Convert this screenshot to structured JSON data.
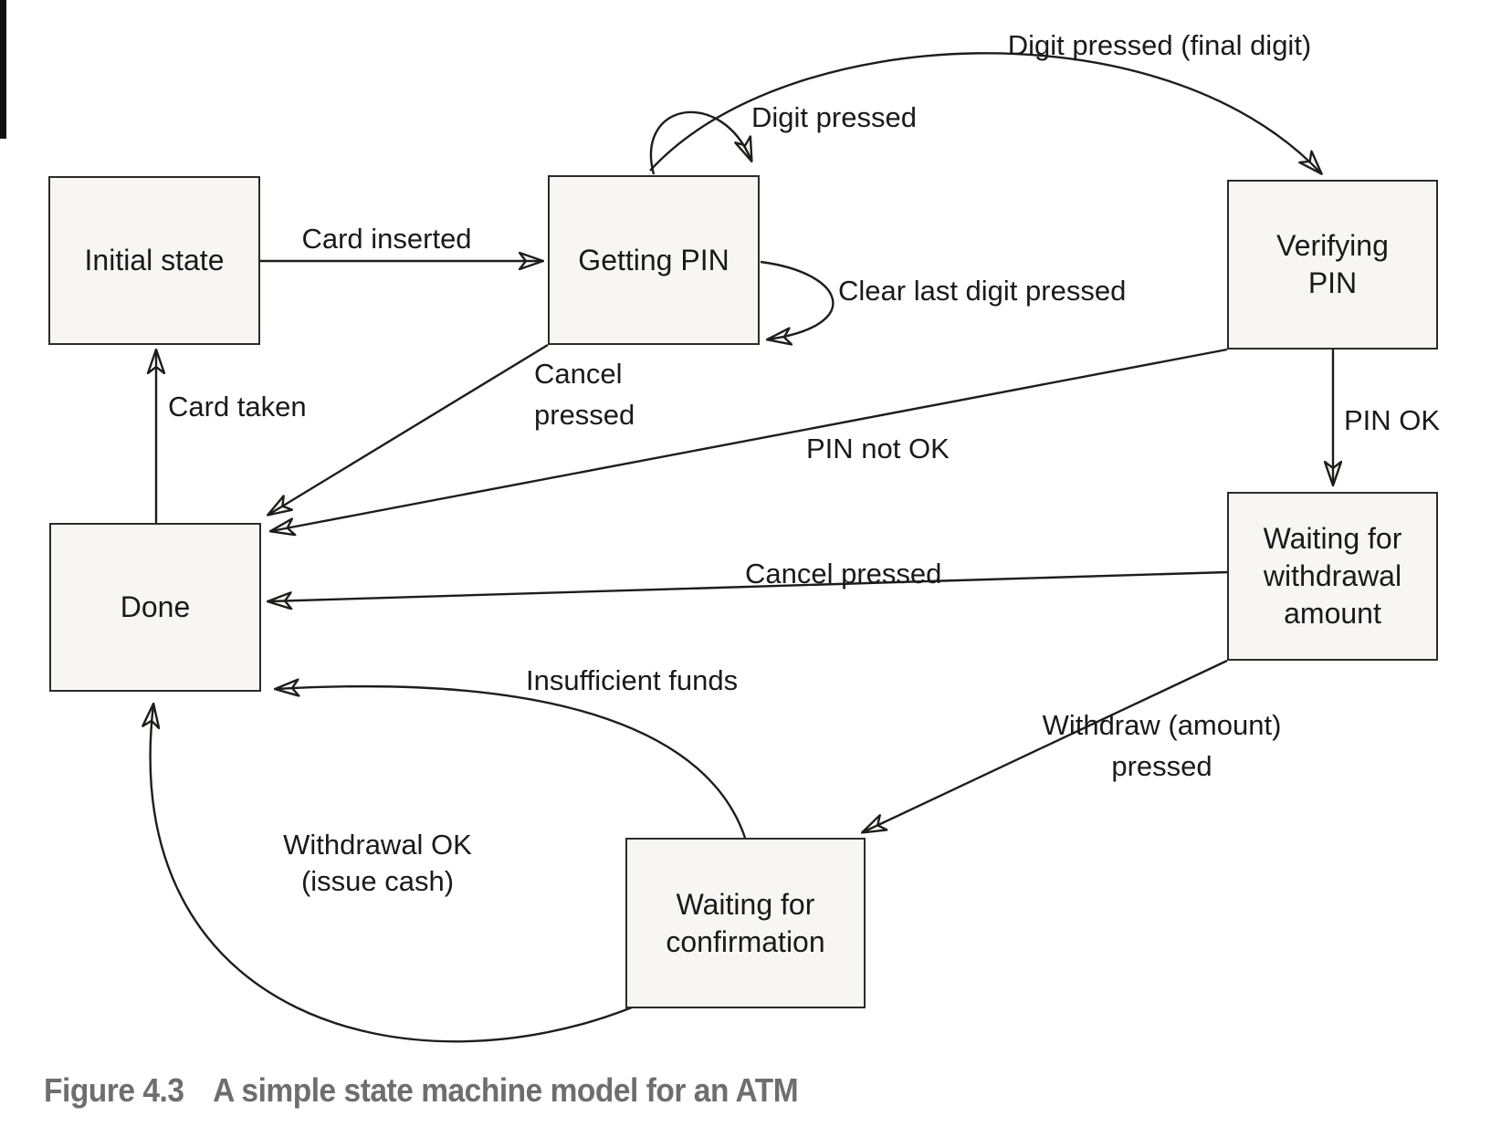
{
  "figure": {
    "label": "Figure 4.3",
    "title": "A simple state machine model for an ATM"
  },
  "diagram": {
    "type": "state-machine",
    "states": {
      "initial": {
        "label": "Initial state"
      },
      "getting_pin": {
        "label": "Getting PIN"
      },
      "verifying_pin": {
        "label": "Verifying\nPIN"
      },
      "done": {
        "label": "Done"
      },
      "waiting_withdrawal": {
        "label": "Waiting for\nwithdrawal\namount"
      },
      "waiting_confirmation": {
        "label": "Waiting for\nconfirmation"
      }
    },
    "transitions": {
      "card_inserted": {
        "label": "Card inserted",
        "from": "initial",
        "to": "getting_pin"
      },
      "digit_pressed": {
        "label": "Digit pressed",
        "from": "getting_pin",
        "to": "getting_pin"
      },
      "digit_pressed_final": {
        "label": "Digit pressed (final digit)",
        "from": "getting_pin",
        "to": "verifying_pin"
      },
      "clear_last_digit": {
        "label": "Clear last digit pressed",
        "from": "getting_pin",
        "to": "getting_pin"
      },
      "cancel_from_getting_pin": {
        "label": "Cancel\npressed",
        "from": "getting_pin",
        "to": "done"
      },
      "pin_not_ok": {
        "label": "PIN not OK",
        "from": "verifying_pin",
        "to": "done"
      },
      "pin_ok": {
        "label": "PIN OK",
        "from": "verifying_pin",
        "to": "waiting_withdrawal"
      },
      "card_taken": {
        "label": "Card taken",
        "from": "done",
        "to": "initial"
      },
      "cancel_from_withdrawal": {
        "label": "Cancel pressed",
        "from": "waiting_withdrawal",
        "to": "done"
      },
      "withdraw_pressed": {
        "label": "Withdraw (amount)\npressed",
        "from": "waiting_withdrawal",
        "to": "waiting_confirmation"
      },
      "insufficient_funds": {
        "label": "Insufficient funds",
        "from": "waiting_confirmation",
        "to": "done"
      },
      "withdrawal_ok": {
        "label": "Withdrawal OK\n(issue cash)",
        "from": "waiting_confirmation",
        "to": "done"
      }
    },
    "colors": {
      "background": "#ffffff",
      "state_fill": "#f7f6f2",
      "state_border": "#2b2b29",
      "line": "#1d1d1b",
      "text": "#1a1a1a",
      "caption": "#6e6e6e"
    }
  }
}
